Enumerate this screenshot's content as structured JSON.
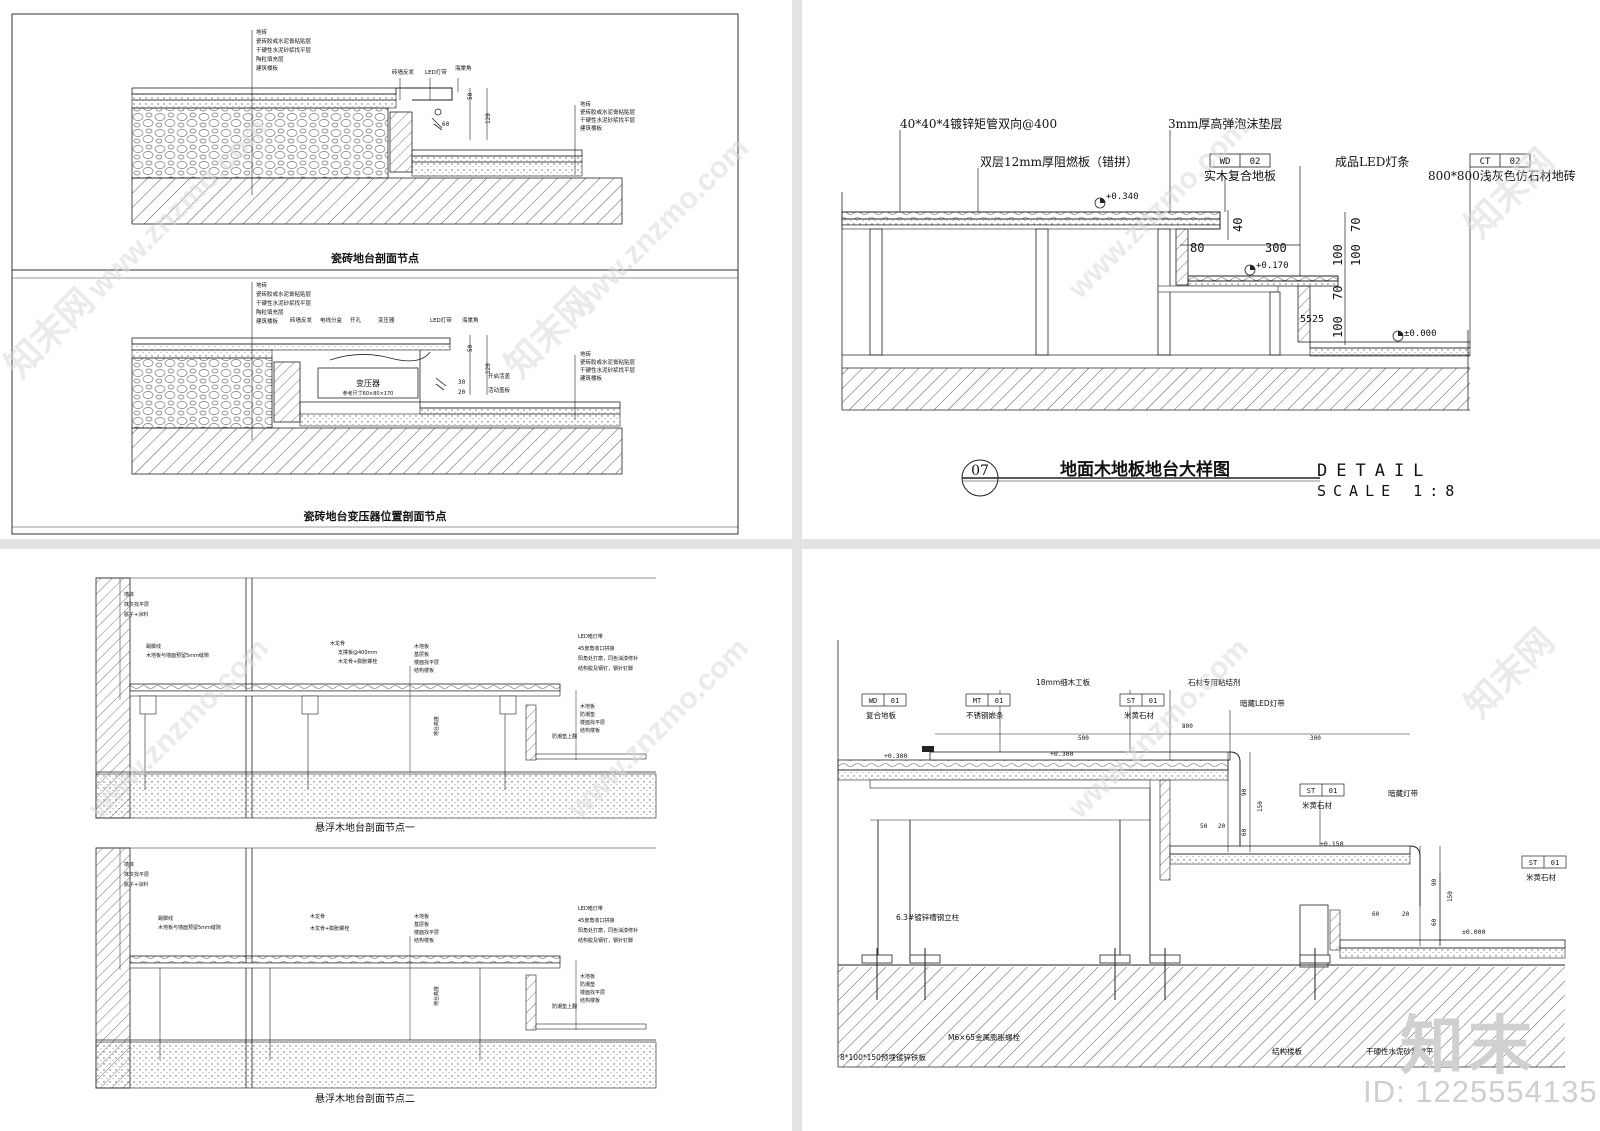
{
  "panels": {
    "tl": {
      "title1": "瓷砖地台剖面节点",
      "title2": "瓷砖地台变压器位置剖面节点",
      "left_notes": [
        "地砖",
        "瓷砖胶或水泥膏粘贴层",
        "干硬性水泥砂浆找平层",
        "陶粒填充层",
        "建筑楼板"
      ],
      "top_notes": [
        "砖墙反发",
        "LED灯带",
        "海棠角"
      ],
      "right_notes": [
        "地砖",
        "瓷砖胶或水泥膏粘贴层",
        "干硬性水泥砂浆找平层",
        "建筑楼板"
      ],
      "top_notes2": [
        "砖墙反发",
        "电线分盒",
        "开孔",
        "变压器",
        "LED灯带",
        "海棠角"
      ],
      "right_notes2": [
        "地砖",
        "瓷砖胶或水泥膏粘贴层",
        "干硬性水泥砂浆找平层",
        "建筑楼板"
      ],
      "mid_notes2": [
        "开启活盖",
        "活动盖板"
      ],
      "transformer": "变压器",
      "transformer_sub": "参考尺寸60×80×170",
      "dims": [
        "50",
        "60",
        "120",
        "50",
        "30",
        "120",
        "20"
      ]
    },
    "tr": {
      "labels": {
        "pipe": "40*40*4镀锌矩管双向@400",
        "foam": "3mm厚高弹泡沫垫层",
        "board": "双层12mm厚阻燃板（错拼）",
        "wd_code": "WD",
        "wd_num": "02",
        "wd_name": "实木复合地板",
        "led": "成品LED灯条",
        "ct_code": "CT",
        "ct_num": "02",
        "ct_name": "800*800浅灰色仿石材地砖"
      },
      "levels": [
        "+0.340",
        "+0.170",
        "±0.000"
      ],
      "dims": [
        "40",
        "80",
        "300",
        "70",
        "100",
        "100",
        "70",
        "100",
        "5525"
      ],
      "num": "07",
      "title": "地面木地板地台大样图",
      "detail": "DETAIL",
      "scale": "SCALE  1:8"
    },
    "bl": {
      "title1": "悬浮木地台剖面节点一",
      "title2": "悬浮木地台剖面节点二",
      "wall_notes": [
        "墙体",
        "抹灰找平层",
        "腻子+涂料"
      ],
      "skirting": "踢脚线",
      "skirting_sub": "木地板与墙面预留5mm缝隙",
      "keel": [
        "木龙骨",
        "支撑板@400mm",
        "木龙骨+膨胀螺栓"
      ],
      "floor_notes": [
        "木地板",
        "基层板",
        "楼面找平层",
        "结构楼板"
      ],
      "led_notes": [
        "LED暗灯带",
        "45度角收口拼接",
        "阳角处打磨，同色油漆修补",
        "结构胶及钢钉，钢针钉脚"
      ],
      "right_notes": [
        "木地板",
        "防潮垫",
        "楼面找平层",
        "结构楼板"
      ],
      "pad": "防潮垫上翻",
      "vertical": "地台高度",
      "keel2": [
        "木龙骨",
        "木龙骨+膨胀螺栓"
      ]
    },
    "br": {
      "wd_code": "WD",
      "wd_num": "01",
      "wd_name": "复合地板",
      "mt_code": "MT",
      "mt_num": "01",
      "mt_name": "不锈钢嵌条",
      "st_code": "ST",
      "st_num": "01",
      "st_name": "米黄石材",
      "ply": "18mm细木工板",
      "glue": "石材专用粘结剂",
      "led1": "暗藏LED灯带",
      "led2": "暗藏灯带",
      "column": "6.3#镀锌槽钢立柱",
      "bolt": "M6×65金属膨胀螺栓",
      "plate": "8*100*150预埋镀锌铁板",
      "slab": "结构楼板",
      "mortar": "干硬性水泥砂浆找平层",
      "levels": [
        "+0.300",
        "+0.300",
        "+0.150",
        "±0.000"
      ],
      "dims": [
        "500",
        "800",
        "300",
        "90",
        "150",
        "60",
        "50",
        "20",
        "90",
        "150",
        "60",
        "60",
        "20"
      ]
    }
  },
  "watermark": {
    "url": "www.znzmo.com",
    "brand": "知末",
    "cn": "知末网",
    "id": "ID: 1225554135"
  }
}
